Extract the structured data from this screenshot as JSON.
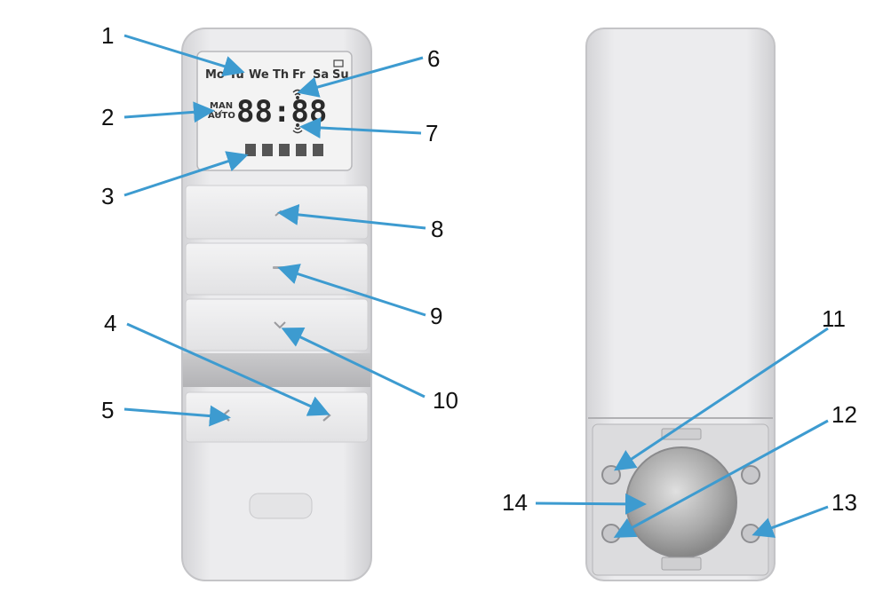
{
  "lcd": {
    "days": [
      "Mo",
      "Tu",
      "We",
      "Th",
      "Fr",
      "Sa",
      "Su"
    ],
    "mode_man": "MAN",
    "mode_auto": "AUTO",
    "clock": "88:88"
  },
  "callouts": [
    {
      "id": "1",
      "label": "1"
    },
    {
      "id": "2",
      "label": "2"
    },
    {
      "id": "3",
      "label": "3"
    },
    {
      "id": "4",
      "label": "4"
    },
    {
      "id": "5",
      "label": "5"
    },
    {
      "id": "6",
      "label": "6"
    },
    {
      "id": "7",
      "label": "7"
    },
    {
      "id": "8",
      "label": "8"
    },
    {
      "id": "9",
      "label": "9"
    },
    {
      "id": "10",
      "label": "10"
    },
    {
      "id": "11",
      "label": "11"
    },
    {
      "id": "12",
      "label": "12"
    },
    {
      "id": "13",
      "label": "13"
    },
    {
      "id": "14",
      "label": "14"
    }
  ],
  "colors": {
    "arrow": "#3d9bd0",
    "body": "#e6e6e8",
    "body_edge": "#c9c9cc",
    "lcd_bg": "#f1f1f1",
    "band": "#bdbdbf"
  }
}
